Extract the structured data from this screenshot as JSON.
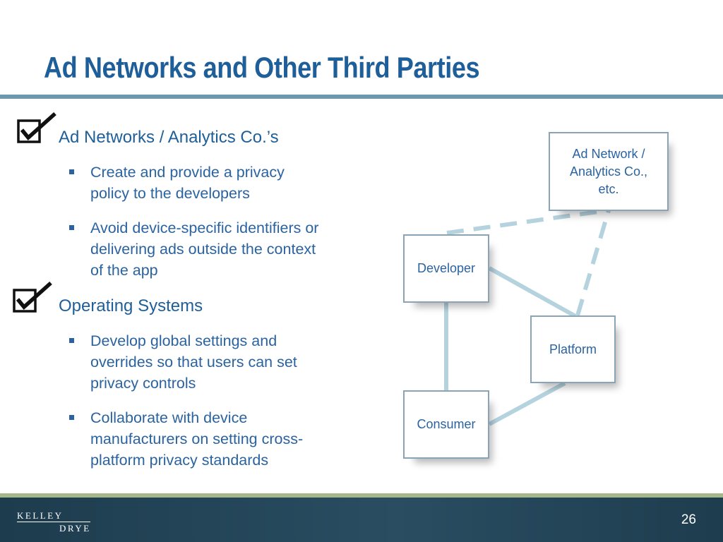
{
  "slide": {
    "title": "Ad Networks and Other Third Parties",
    "page_number": "26"
  },
  "sections": [
    {
      "heading": "Ad Networks / Analytics Co.’s",
      "bullets": [
        "Create and provide a privacy\npolicy to the developers",
        "Avoid device-specific identifiers or\ndelivering ads outside the context\nof the app"
      ]
    },
    {
      "heading": "Operating Systems",
      "bullets": [
        "Develop global settings and\noverrides so that users can set\nprivacy controls",
        "Collaborate with device\nmanufacturers on setting cross-\nplatform privacy standards"
      ]
    }
  ],
  "diagram": {
    "nodes": {
      "adnet": "Ad Network /\nAnalytics Co.,\netc.",
      "developer": "Developer",
      "platform": "Platform",
      "consumer": "Consumer"
    },
    "edges": [
      {
        "from": "developer",
        "to": "adnet",
        "style": "dashed"
      },
      {
        "from": "platform",
        "to": "adnet",
        "style": "dashed"
      },
      {
        "from": "developer",
        "to": "platform",
        "style": "solid"
      },
      {
        "from": "developer",
        "to": "consumer",
        "style": "solid"
      },
      {
        "from": "consumer",
        "to": "platform",
        "style": "solid"
      }
    ],
    "line_color": "#b5d3de"
  },
  "footer": {
    "logo_top": "KELLEY",
    "logo_bottom": "DRYE"
  },
  "colors": {
    "title": "#1f5f99",
    "text": "#2a63a0",
    "rule": "#6d97ab",
    "footer_bg": "#1d3c4e",
    "footer_accent": "#a6b889"
  },
  "icons": {
    "check": "checkbox-checked-icon",
    "bullet": "square-bullet-icon"
  }
}
